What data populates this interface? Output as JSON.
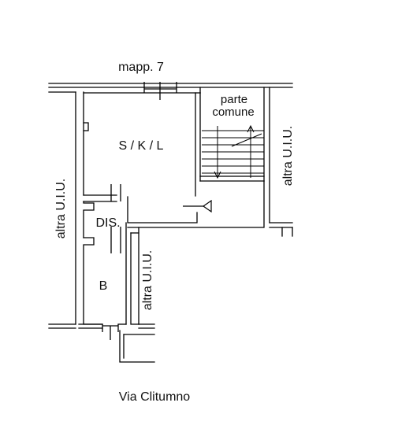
{
  "labels": {
    "mapp": "mapp. 7",
    "parte_1": "parte",
    "parte_2": "comune",
    "skl": "S / K / L",
    "dis": "DIS.",
    "bagno": "B",
    "altra_left": "altra U.I.U.",
    "altra_right": "altra U.I.U.",
    "altra_center": "altra U.I.U.",
    "street": "Via Clitumno"
  },
  "colors": {
    "wall": "#000000",
    "text": "#111111"
  }
}
